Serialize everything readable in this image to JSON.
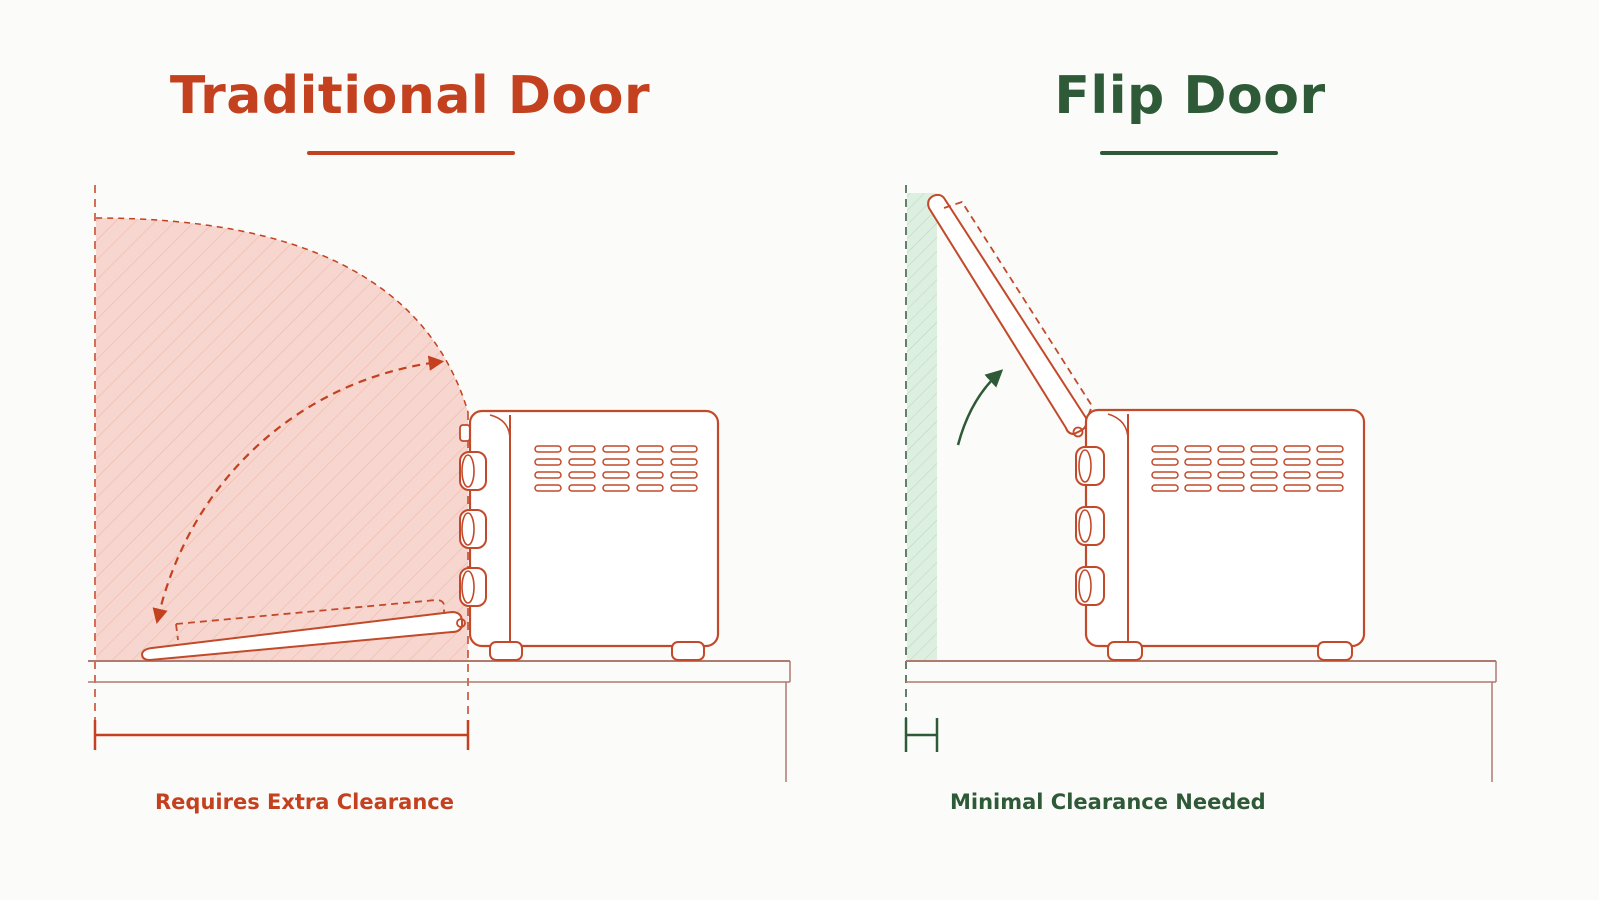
{
  "colors": {
    "traditional": "#c4411f",
    "flip": "#2e5a37",
    "oven_line": "#c24a2a",
    "zone_fill": "#f6d6ce",
    "clear_fill": "#dcefe0",
    "counter_line": "#b07a6e",
    "background": "#fbfbfa"
  },
  "panels": {
    "traditional": {
      "title": "Traditional Door",
      "caption": "Requires Extra Clearance"
    },
    "flip": {
      "title": "Flip Door",
      "caption": "Minimal Clearance Needed"
    }
  },
  "icons": {
    "swing_arrow": "double-headed-curved-arrow",
    "lift_arrow": "curved-up-arrow",
    "oven": "toaster-oven-outline"
  }
}
